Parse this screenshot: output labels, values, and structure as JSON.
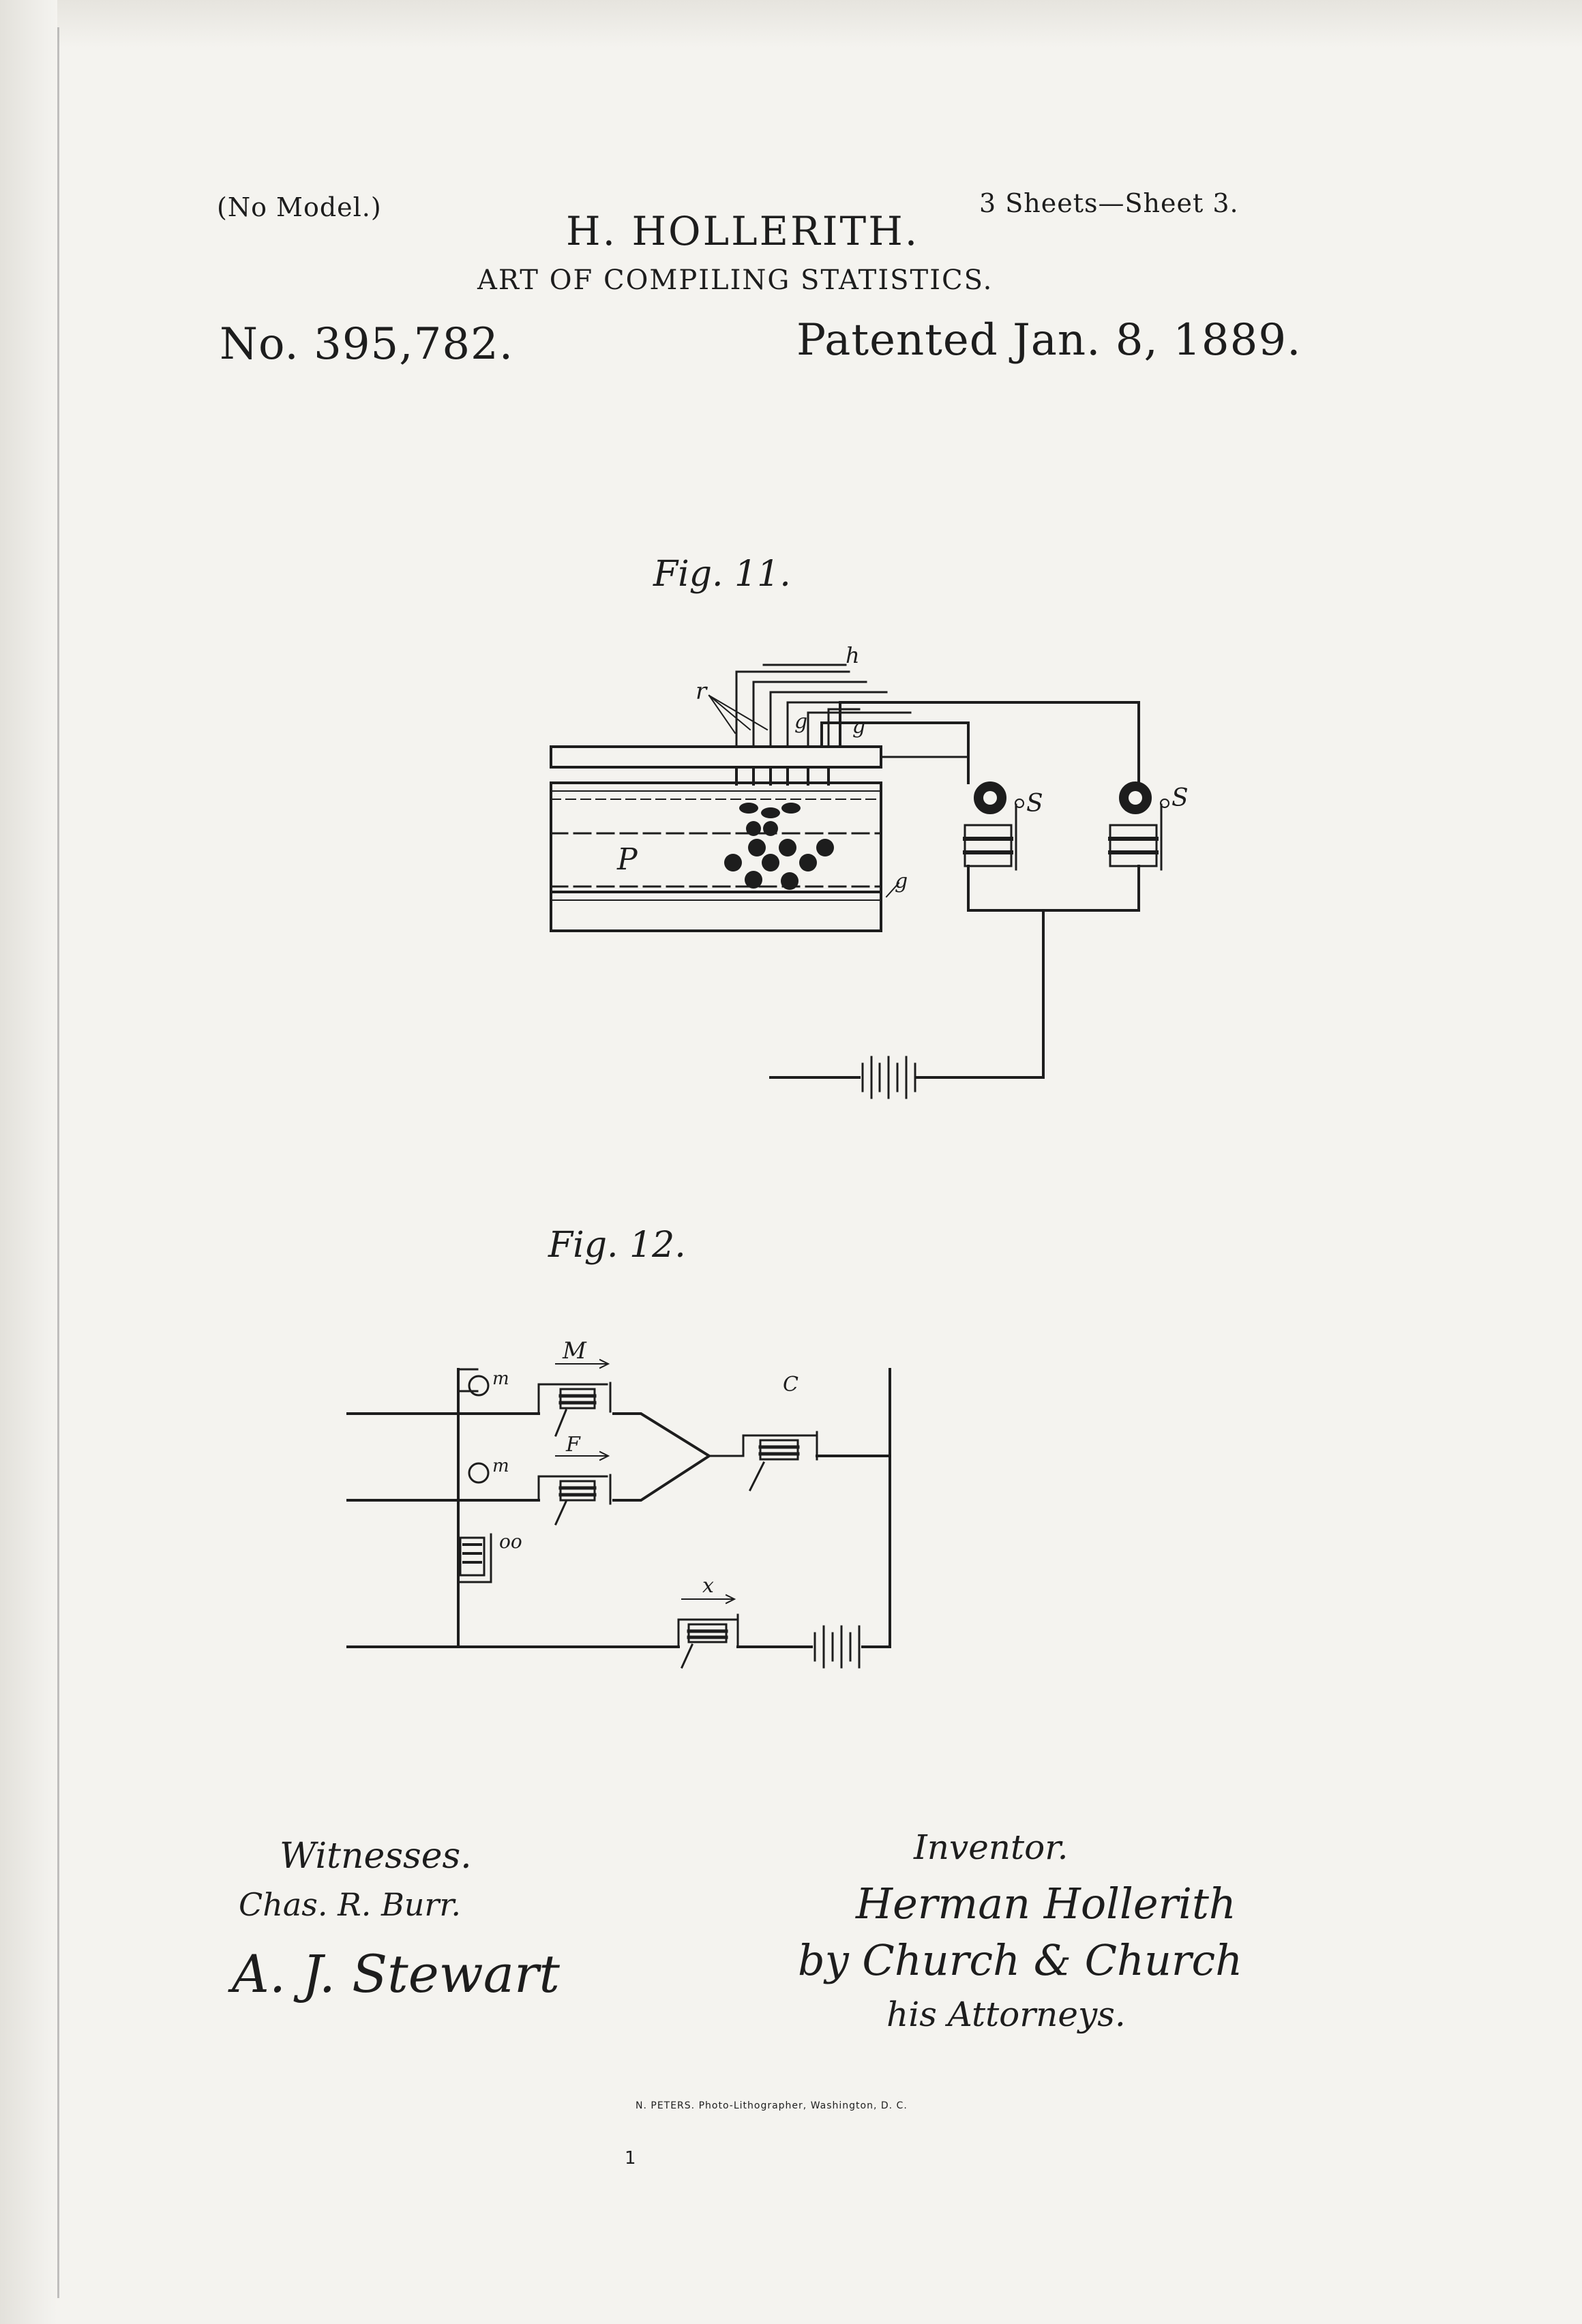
{
  "header": {
    "no_model": "(No Model.)",
    "sheets": "3 Sheets—Sheet 3.",
    "inventor_name": "H. HOLLERITH.",
    "subject": "ART OF COMPILING STATISTICS.",
    "patent_number": "No. 395,782.",
    "patent_date": "Patented Jan. 8, 1889."
  },
  "figures": {
    "fig11": {
      "label": "Fig. 11.",
      "letters": {
        "r": "r",
        "h": "h",
        "g1": "g",
        "g2": "g",
        "P": "P",
        "g3": "g",
        "S1": "S",
        "S2": "S"
      }
    },
    "fig12": {
      "label": "Fig. 12.",
      "letters": {
        "M": "M",
        "m1": "m",
        "m2": "m",
        "F": "F",
        "C": "C",
        "oo": "oo",
        "x": "x"
      }
    }
  },
  "signatures": {
    "witnesses_label": "Witnesses.",
    "witness_1": "Chas. R. Burr.",
    "witness_2": "A. J. Stewart",
    "inventor_label": "Inventor.",
    "inventor_signature": "Herman Hollerith",
    "attorneys_signature": "by Church & Church",
    "attorneys_label": "his Attorneys."
  },
  "footer": {
    "lithographer": "N. PETERS. Photo-Lithographer, Washington, D. C.",
    "mark": "1"
  },
  "colors": {
    "paper": "#f4f3ef",
    "ink": "#1d1d1d"
  }
}
